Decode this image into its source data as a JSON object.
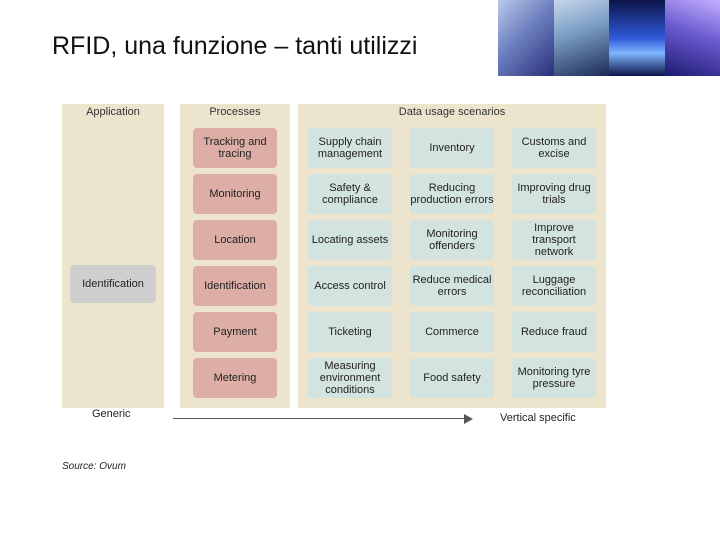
{
  "title": "RFID, una funzione – tanti utilizzi",
  "headers": {
    "application": "Application",
    "processes": "Processes",
    "scenarios": "Data usage scenarios"
  },
  "application_box": "Identification",
  "rows": [
    {
      "process": "Tracking and tracing",
      "scenarios": [
        "Supply chain management",
        "Inventory",
        "Customs and excise"
      ]
    },
    {
      "process": "Monitoring",
      "scenarios": [
        "Safety & compliance",
        "Reducing production errors",
        "Improving drug trials"
      ]
    },
    {
      "process": "Location",
      "scenarios": [
        "Locating assets",
        "Monitoring offenders",
        "Improve transport network"
      ]
    },
    {
      "process": "Identification",
      "scenarios": [
        "Access control",
        "Reduce medical errors",
        "Luggage reconciliation"
      ]
    },
    {
      "process": "Payment",
      "scenarios": [
        "Ticketing",
        "Commerce",
        "Reduce fraud"
      ]
    },
    {
      "process": "Metering",
      "scenarios": [
        "Measuring environment conditions",
        "Food safety",
        "Monitoring tyre pressure"
      ]
    }
  ],
  "axis": {
    "left": "Generic",
    "right": "Vertical specific"
  },
  "source": "Source: Ovum",
  "colors": {
    "panel": "#ede4ce",
    "application_box": "#cfcfcf",
    "process_box": "#dcaea6",
    "scenario_box": "#d3e3df"
  }
}
